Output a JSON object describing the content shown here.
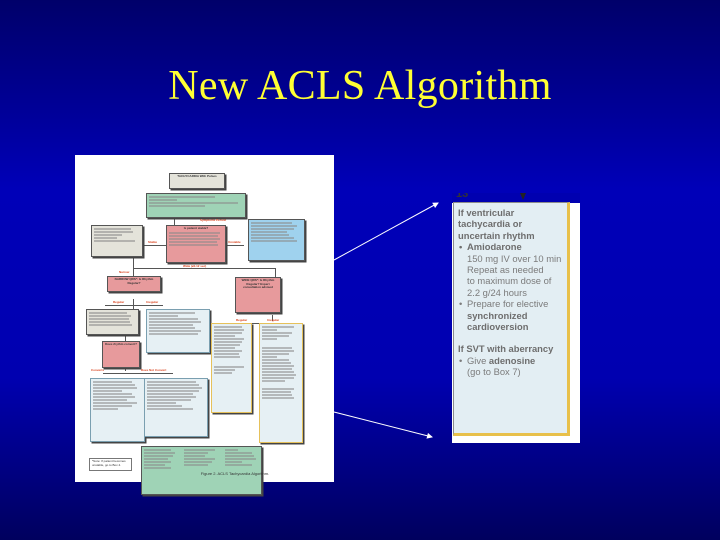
{
  "slide": {
    "title": "New ACLS Algorithm",
    "colors": {
      "background_top": "#00006a",
      "background_mid": "#0000b8",
      "title": "#ffff33",
      "arrow": "#ffffff"
    }
  },
  "flowchart_figure": {
    "caption": "Figure 2. ACLS Tachycardia Algorithm.",
    "boxes": {
      "box1": "TACHYCARDIA With Pulses",
      "box3": "Is patient stable?",
      "box7": "NARROW QRS*: Is Rhythm Regular?",
      "box10": "WIDE QRS*: Is Rhythm Regular? Expert consultation advised",
      "box8": "Does rhythm convert?",
      "note": "*Note: If patient becomes unstable, go to Box 4."
    },
    "branch_labels": {
      "stable": "Stable",
      "unstable": "Unstable",
      "symptoms_persist": "Symptoms Persist",
      "narrow": "Narrow",
      "wide": "Wide (≥0.12 sec)",
      "regular_left": "Regular",
      "irregular_left": "Irregular",
      "regular_right": "Regular",
      "irregular_right": "Irregular",
      "converts": "Converts",
      "does_not_convert": "Does Not Convert"
    },
    "colors": {
      "gray": "#e4e3da",
      "green": "#9fd3b6",
      "pink": "#e79a9c",
      "blue": "#9fd2ee",
      "pale": "#e6f0f4",
      "label_red": "#d9431e"
    }
  },
  "zoom_panel": {
    "box_number": "13",
    "heading1_line1": "If ventricular",
    "heading1_line2": "tachycardia or",
    "heading1_line3": "uncertain rhythm",
    "bullet1_drug": "Amiodarone",
    "bullet1_line1": "150 mg IV over 10 min",
    "bullet1_line2": "Repeat as needed",
    "bullet1_line3": "to maximum dose of",
    "bullet1_line4": "2.2 g/24 hours",
    "bullet2_line1": "Prepare for elective",
    "bullet2_line2": "synchronized",
    "bullet2_line3": "cardioversion",
    "heading2": "If SVT with aberrancy",
    "bullet3_prefix": "Give ",
    "bullet3_drug": "adenosine",
    "bullet3_line2": "(go to Box 7)",
    "colors": {
      "box_fill": "#e3eef3",
      "box_border_accent": "#e8c04a",
      "text": "#7b7b7b"
    }
  }
}
